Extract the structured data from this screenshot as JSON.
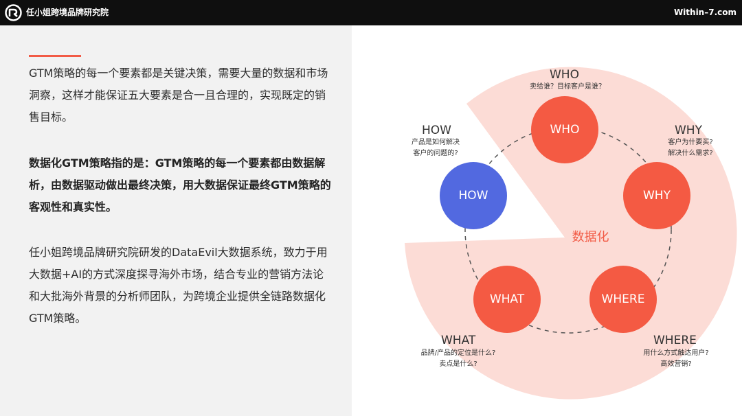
{
  "header": {
    "brand": "任小姐跨境品牌研究院",
    "site": "Within–7.com"
  },
  "text": {
    "p1": "GTM策略的每一个要素都是关键决策，需要大量的数据和市场洞察，这样才能保证五大要素是合一且合理的，实现既定的销售目标。",
    "p2": "数据化GTM策略指的是：GTM策略的每一个要素都由数据解析，由数据驱动做出最终决策，用大数据保证最终GTM策略的客观性和真实性。",
    "p3": "任小姐跨境品牌研究院研发的DataEvil大数据系统，致力于用大数据+AI的方式深度探寻海外市场，结合专业的营销方法论和大批海外背景的分析师团队，为跨境企业提供全链路数据化GTM策略。"
  },
  "diagram": {
    "center": "数据化",
    "nodes": {
      "who": "WHO",
      "why": "WHY",
      "how": "HOW",
      "what": "WHAT",
      "where": "WHERE"
    },
    "labels": {
      "who": {
        "title": "WHO",
        "sub": "卖给谁？目标客户是谁？"
      },
      "why": {
        "title": "WHY",
        "sub1": "客户为什要买?",
        "sub2": "解决什么需求?"
      },
      "how": {
        "title": "HOW",
        "sub1": "产品是如何解决",
        "sub2": "客户的问题的?"
      },
      "what": {
        "title": "WHAT",
        "sub1": "品牌/产品的定位是什么?",
        "sub2": "卖点是什么?"
      },
      "where": {
        "title": "WHERE",
        "sub1": "用什么方式触达用户?",
        "sub2": "高效营销?"
      }
    }
  },
  "colors": {
    "accent": "#f25b46",
    "node_red": "#f45a43",
    "node_blue": "#5269e0",
    "sector": "#fcdcd6",
    "left_bg": "#f2f2f2",
    "topbar": "#0f0f0f"
  }
}
